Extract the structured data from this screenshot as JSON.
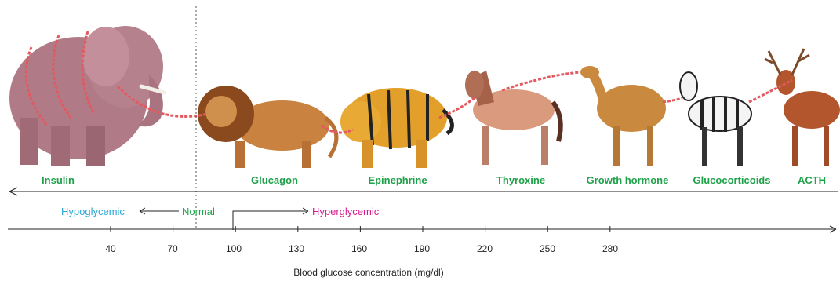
{
  "hormones": [
    {
      "label": "Insulin",
      "icon": "elephant-icon"
    },
    {
      "label": "Glucagon",
      "icon": "lion-icon"
    },
    {
      "label": "Epinephrine",
      "icon": "tiger-icon"
    },
    {
      "label": "Thyroxine",
      "icon": "horse-icon"
    },
    {
      "label": "Growth hormone",
      "icon": "camel-icon"
    },
    {
      "label": "Glucocorticoids",
      "icon": "zebra-icon"
    },
    {
      "label": "ACTH",
      "icon": "deer-icon"
    }
  ],
  "states": {
    "hypoglycemic": "Hypoglycemic",
    "normal": "Normal",
    "hyperglycemic": "Hyperglycemic"
  },
  "axis": {
    "title": "Blood glucose concentration (mg/dl)",
    "ticks": [
      "40",
      "70",
      "100",
      "130",
      "160",
      "190",
      "220",
      "250",
      "280"
    ]
  },
  "colors": {
    "hormone_label": "#1fa24a",
    "hypoglycemic": "#2aa7d6",
    "normal": "#1fa24a",
    "hyperglycemic": "#d81b8e",
    "chain": "#e3595f"
  }
}
